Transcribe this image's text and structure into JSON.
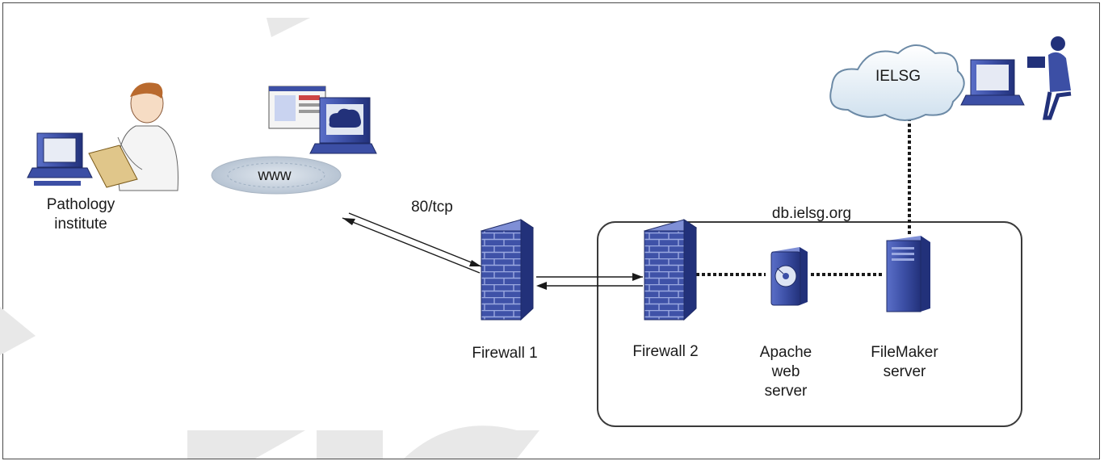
{
  "title": "",
  "nodes": {
    "pathology_institute": "Pathology\ninstitute",
    "www": "www",
    "firewall_1": "Firewall 1",
    "firewall_2": "Firewall 2",
    "apache_server": "Apache\nweb\nserver",
    "filemaker_server": "FileMaker\nserver",
    "cloud": "IELSG"
  },
  "connections": {
    "port_label": "80/tcp",
    "zone_label": "db.ielsg.org"
  },
  "colors": {
    "device_blue": "#3c4fa5",
    "device_dark": "#22317a",
    "watermark": "#e7e7e7",
    "zone_border": "#3a3a3a"
  },
  "icons": [
    "workstation-icon",
    "doctor-icon",
    "web-browser-icon",
    "globe-icon",
    "firewall-icon",
    "server-icon",
    "tower-server-icon",
    "cloud-icon",
    "computer-user-icon"
  ]
}
